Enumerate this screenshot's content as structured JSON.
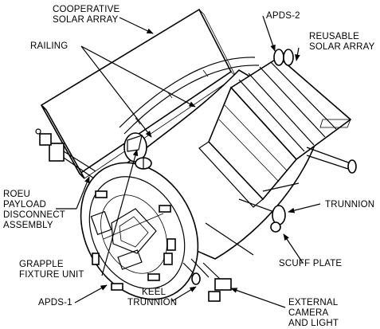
{
  "labels": {
    "cooperative_solar_array": [
      "COOPERATIVE",
      "SOLAR ARRAY"
    ],
    "railing": "RAILING",
    "apds2": "APDS-2",
    "reusable_solar_array": [
      "REUSABLE",
      "SOLAR ARRAY"
    ],
    "roeu": [
      "ROEU",
      "PAYLOAD",
      "DISCONNECT",
      "ASSEMBLY"
    ],
    "trunnion": "TRUNNION",
    "grapple_fixture_unit": [
      "GRAPPLE",
      "FIXTURE UNIT"
    ],
    "scuff_plate": "SCUFF PLATE",
    "apds1": "APDS-1",
    "keel_trunnion": [
      "KEEL",
      "TRUNNION"
    ],
    "external_camera_and_light": [
      "EXTERNAL",
      "CAMERA",
      "AND LIGHT"
    ]
  }
}
